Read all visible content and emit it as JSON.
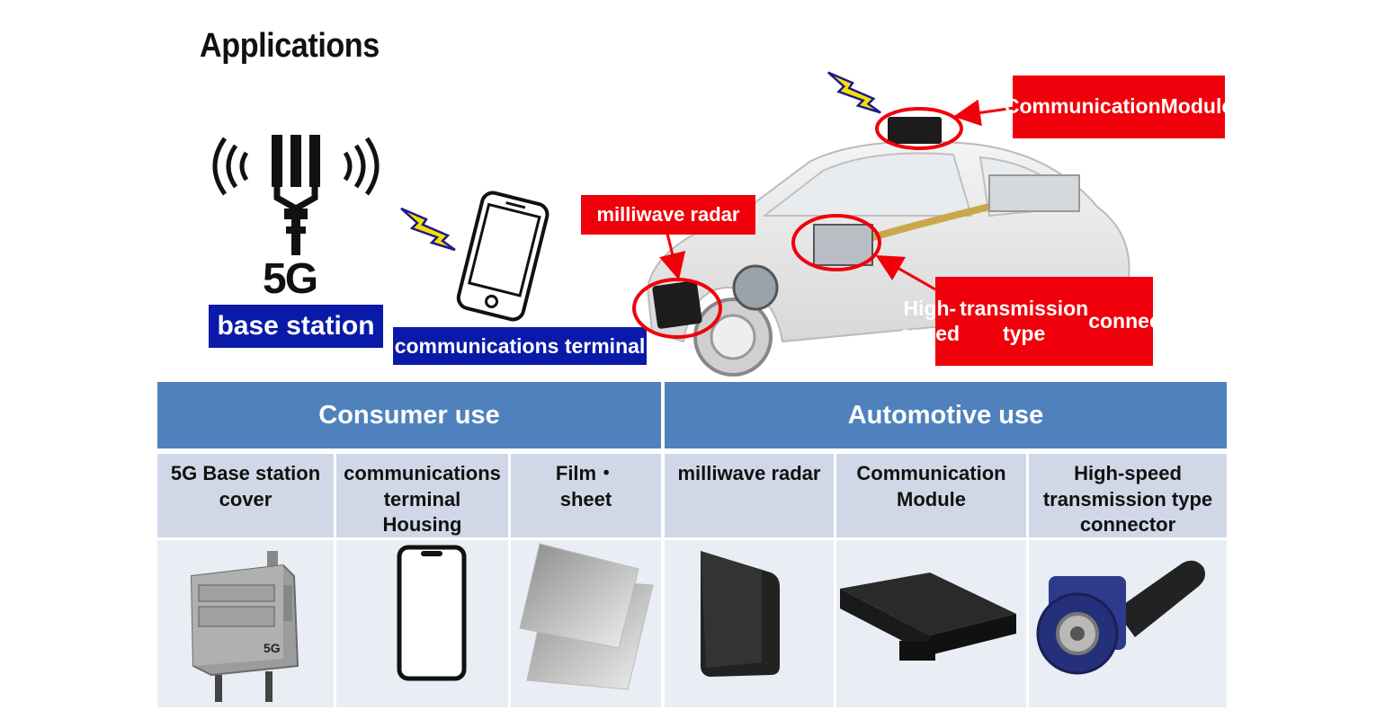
{
  "title": "Applications",
  "left_diagram": {
    "tower_text": "5G",
    "base_station_label": "base station",
    "terminal_label": "communications terminal"
  },
  "car_diagram": {
    "communication_module_label": [
      "Communication",
      "Module"
    ],
    "milliwave_radar_label": "milliwave radar",
    "connector_label": [
      "High-speed",
      "transmission type",
      "connector"
    ]
  },
  "table": {
    "headers": [
      "Consumer use",
      "Automotive use"
    ],
    "columns": [
      {
        "label": [
          "5G Base station",
          "cover"
        ],
        "chip_text": "5G"
      },
      {
        "label": [
          "communications",
          "terminal",
          "Housing"
        ]
      },
      {
        "label": [
          "Film・",
          "sheet"
        ]
      },
      {
        "label": [
          "milliwave radar"
        ]
      },
      {
        "label": [
          "Communication",
          "Module"
        ]
      },
      {
        "label": [
          "High-speed",
          "transmission type",
          "connector"
        ]
      }
    ]
  },
  "colors": {
    "header_blue": "#4f81bd",
    "subheader": "#d0d8e8",
    "image_row": "#e9edf4",
    "label_blue": "#0a1aa8",
    "label_red": "#f0000a",
    "lightning": "#f5e000"
  }
}
